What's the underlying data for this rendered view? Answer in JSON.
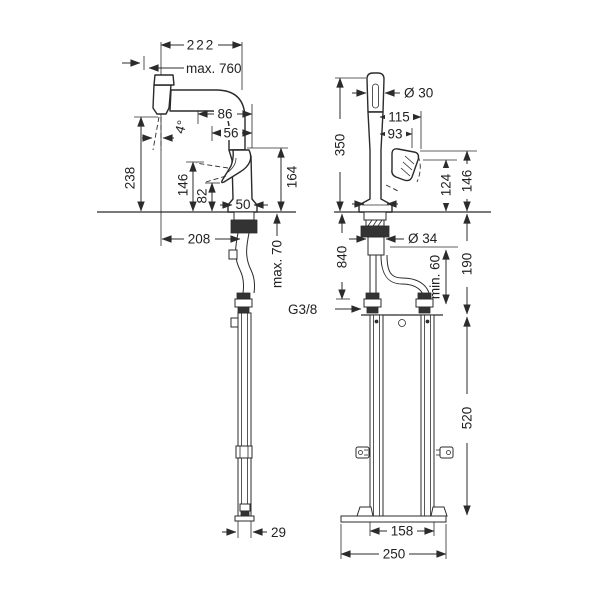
{
  "drawing": {
    "product": "pull-out-kitchen-mixer-installation-dimensions",
    "colors": {
      "line": "#2b2b2b",
      "background": "#ffffff"
    },
    "left": {
      "dim222": "222",
      "pullout": "max. 760",
      "angle": "4°",
      "dim86": "86",
      "dim56": "56",
      "dim238": "238",
      "dim146": "146",
      "dim82": "82",
      "dim164": "164",
      "dim50": "50",
      "dim208": "208",
      "deck_max": "max. 70",
      "dim29": "29"
    },
    "right": {
      "dim350": "350",
      "dia30": "Ø 30",
      "dim115": "115",
      "dim93": "93",
      "dim124": "124",
      "dim146": "146",
      "dia34": "Ø 34",
      "dim840": "840",
      "min60": "min. 60",
      "dim190": "190",
      "thread": "G3/8",
      "dim520": "520",
      "dim158": "158",
      "dim250": "250"
    }
  }
}
